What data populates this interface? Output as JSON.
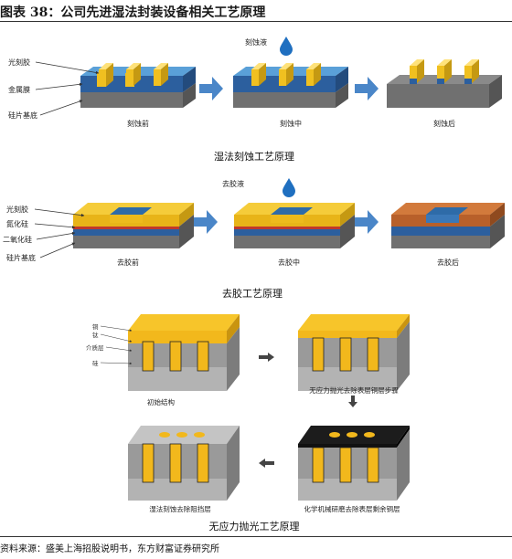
{
  "header": {
    "title": "图表 38：公司先进湿法封装设备相关工艺原理"
  },
  "wet_etch": {
    "layer_labels": {
      "photoresist": "光刻胶",
      "metal": "金属膜",
      "substrate": "硅片基底"
    },
    "liquid_label": "刻蚀液",
    "steps": [
      "刻蚀前",
      "刻蚀中",
      "刻蚀后"
    ],
    "caption": "湿法刻蚀工艺原理"
  },
  "strip": {
    "layer_labels": {
      "photoresist": "光刻胶",
      "nitride": "氮化硅",
      "oxide": "二氧化硅",
      "substrate": "硅片基底"
    },
    "liquid_label": "去胶液",
    "steps": [
      "去胶前",
      "去胶中",
      "去胶后"
    ],
    "caption": "去胶工艺原理"
  },
  "polish": {
    "layer_labels": {
      "copper": "铜",
      "barrier": "钛",
      "dielectric": "介质层",
      "silicon": "硅"
    },
    "steps": [
      "初始结构",
      "无应力抛光去除表层铜层步骤",
      "化学机械研磨去除表层剩余铜层",
      "湿法刻蚀去除阻挡层"
    ],
    "caption": "无应力抛光工艺原理"
  },
  "footer": {
    "source": "资料来源：盛美上海招股说明书，东方财富证券研究所"
  },
  "colors": {
    "photoresist": "#f0c020",
    "metal": "#2c5f9e",
    "silicon": "#707070",
    "arrow": "#4a86c8",
    "droplet": "#1f6fc0",
    "resist_stripped": "#b8602a",
    "copper": "#f2b81c",
    "dielectric": "#9a9a9a",
    "black_cap": "#1c1c1c"
  }
}
